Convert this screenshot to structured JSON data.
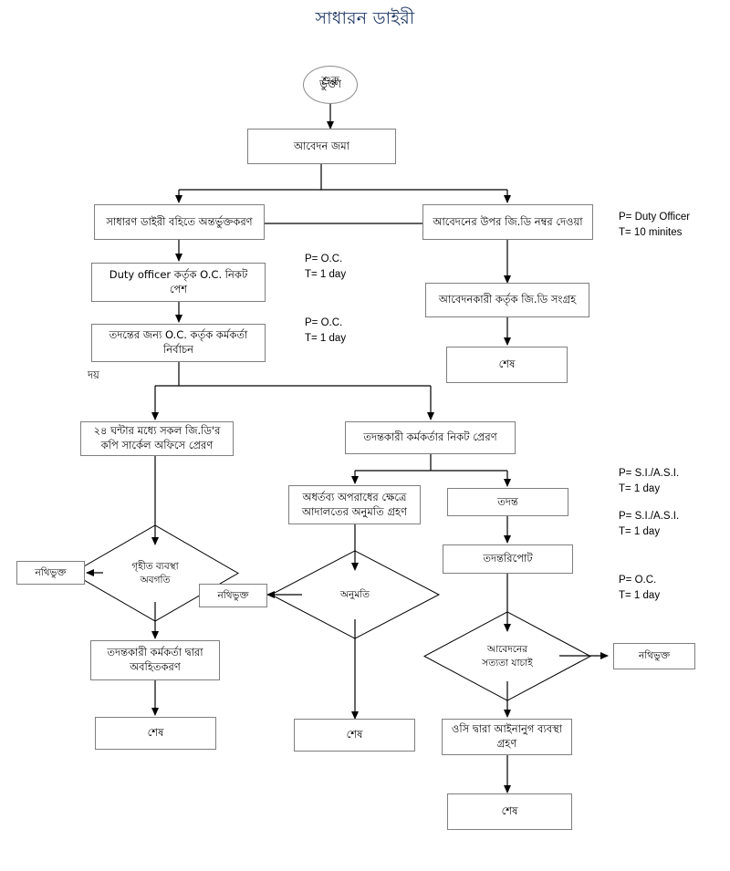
{
  "title": "সাধারন ডাইরী",
  "title_color": "#1F3864",
  "line_color": "#000000",
  "box_border_color": "#7f7f7f",
  "nodes": {
    "start": {
      "label": "শুরু",
      "label_overlap": "ভুক্তা",
      "shape": "terminator"
    },
    "application_submit": {
      "label": "আবেদন জমা",
      "shape": "box"
    },
    "gd_book_entry": {
      "label": "সাধারণ ডাইরী বহিতে অন্তর্ভুক্তকরণ",
      "shape": "box"
    },
    "gd_number_assign": {
      "label": "আবেদনের উপর জি.ডি নম্বর দেওয়া",
      "shape": "box"
    },
    "duty_officer_to_oc": {
      "label": "Duty officer কর্তৃক O.C. নিকট\nপেশ",
      "shape": "box"
    },
    "applicant_collects_gd": {
      "label": "আবেদনকারী কর্তৃক জি.ডি সংগ্রহ",
      "shape": "box"
    },
    "oc_selects_officer": {
      "label": "তদন্তের জন্য O.C. কর্তৃক কর্মকর্তা\nনির্বাচন",
      "shape": "box"
    },
    "end_right_top": {
      "label": "শেষ",
      "shape": "box"
    },
    "copy_to_circle_office": {
      "label": "২৪ ঘন্টার মধ্যে সকল জি.ডি'র\nকপি সার্কেল অফিসে প্রেরণ",
      "shape": "box"
    },
    "send_to_investigating_officer": {
      "label": "তদন্তকারী কর্মকর্তার নিকট প্রেরণ",
      "shape": "box"
    },
    "court_permission": {
      "label": "অধর্তব্য অপরাধের ক্ষেত্রে\nআদালতের অনুমতি গ্রহণ",
      "shape": "box"
    },
    "investigation": {
      "label": "তদন্ত",
      "shape": "box"
    },
    "investigation_report": {
      "label": "তদন্তরিপোট",
      "shape": "box"
    },
    "decision_action_taken": {
      "label": "গৃহীত ব্যবস্থা\nঅবগতি",
      "shape": "decision"
    },
    "decision_permission": {
      "label": "অনুমতি",
      "shape": "decision"
    },
    "decision_verify": {
      "label": "আবেদনের\nসত্যতা যাচাই",
      "shape": "decision"
    },
    "filed_left": {
      "label": "নথিভুক্ত",
      "shape": "box"
    },
    "filed_middle": {
      "label": "নথিভুক্ত",
      "shape": "box"
    },
    "filed_right": {
      "label": "নথিভুক্ত",
      "shape": "box"
    },
    "inform_investigating_officer": {
      "label": "তদন্তকারী কর্মকর্তা দ্বারা\nঅবহিতকরণ",
      "shape": "box"
    },
    "oc_legal_action": {
      "label": "ওসি দ্বারা আইনানুগ ব্যবস্থা\nগ্রহণ",
      "shape": "box"
    },
    "end_left_bottom": {
      "label": "শেষ",
      "shape": "box"
    },
    "end_middle_bottom": {
      "label": "শেষ",
      "shape": "box"
    },
    "end_right_bottom": {
      "label": "শেষ",
      "shape": "box"
    }
  },
  "notes": {
    "duty_officer": "P= Duty Officer\nT= 10 minites",
    "oc_1day_a": "P= O.C.\nT= 1 day",
    "oc_1day_b": "P= O.C.\nT= 1 day",
    "si_asi_1day_a": "P= S.I./A.S.I.\nT= 1 day",
    "si_asi_1day_b": "P= S.I./A.S.I.\nT= 1 day",
    "oc_1day_c": "P= O.C.\nT= 1 day"
  },
  "stray": {
    "doy": "দয়"
  }
}
